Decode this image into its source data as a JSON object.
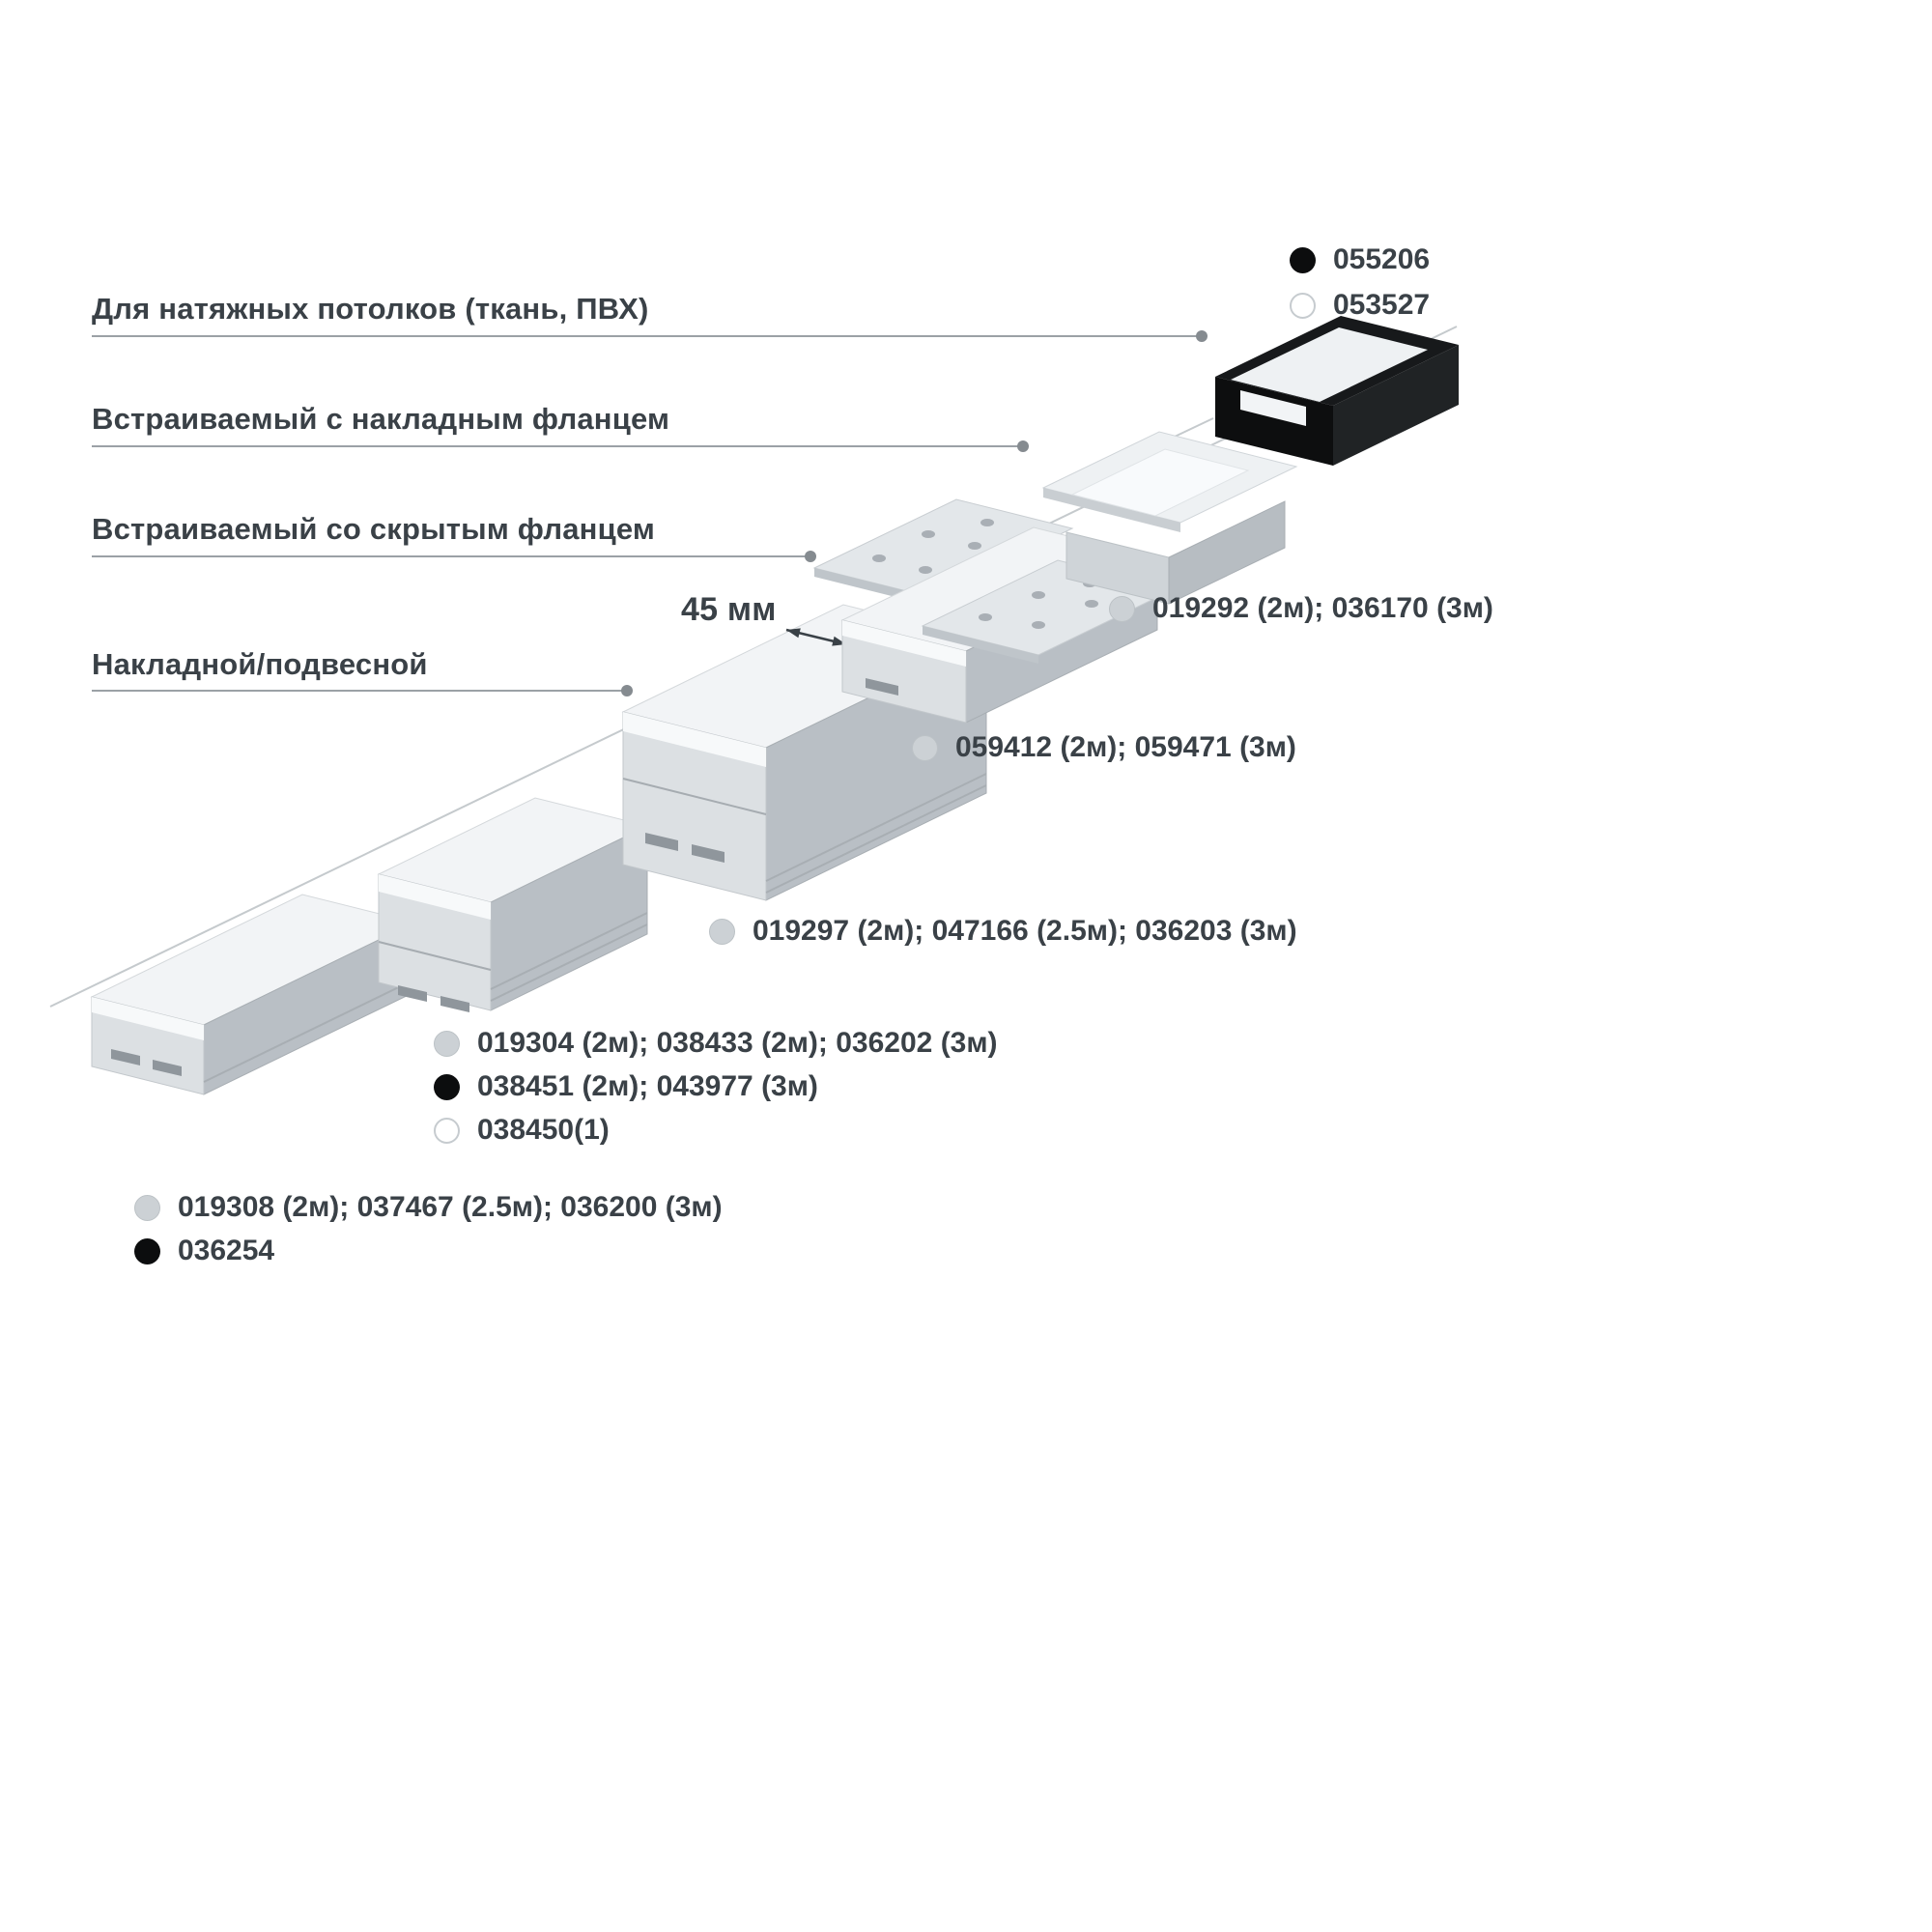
{
  "legend": {
    "items": [
      {
        "dot": "black",
        "code": "055206"
      },
      {
        "dot": "white",
        "code": "053527"
      }
    ]
  },
  "categories": [
    {
      "label": "Для натяжных потолков (ткань, ПВХ)"
    },
    {
      "label": "Встраиваемый с накладным фланцем"
    },
    {
      "label": "Встраиваемый со скрытым фланцем"
    },
    {
      "label": "Накладной/подвесной"
    }
  ],
  "dimension": {
    "label": "45 мм"
  },
  "parts": [
    {
      "dot": "gray",
      "codes": "019292 (2м); 036170 (3м)"
    },
    {
      "dot": "gray",
      "codes": "059412 (2м); 059471 (3м)"
    },
    {
      "dot": "gray",
      "codes": "019297 (2м); 047166 (2.5м); 036203 (3м)"
    },
    {
      "dot": "gray",
      "codes": "019304 (2м); 038433 (2м); 036202 (3м)"
    },
    {
      "dot": "black",
      "codes": "038451 (2м); 043977 (3м)"
    },
    {
      "dot": "white",
      "codes": "038450(1)"
    },
    {
      "dot": "gray",
      "codes": "019308 (2м); 037467 (2.5м); 036200 (3м)"
    },
    {
      "dot": "black",
      "codes": "036254"
    }
  ],
  "colors": {
    "text": "#3a4147",
    "leader_line": "#9ba1a6",
    "dot_gray": "#ccd1d5",
    "dot_black": "#0c0d0e",
    "dot_white": "#ffffff",
    "profile_body": "#b9bfc5",
    "profile_end_face": "#dce0e3",
    "profile_diffuser": "#f2f4f6",
    "profile_black": "#17191b"
  }
}
